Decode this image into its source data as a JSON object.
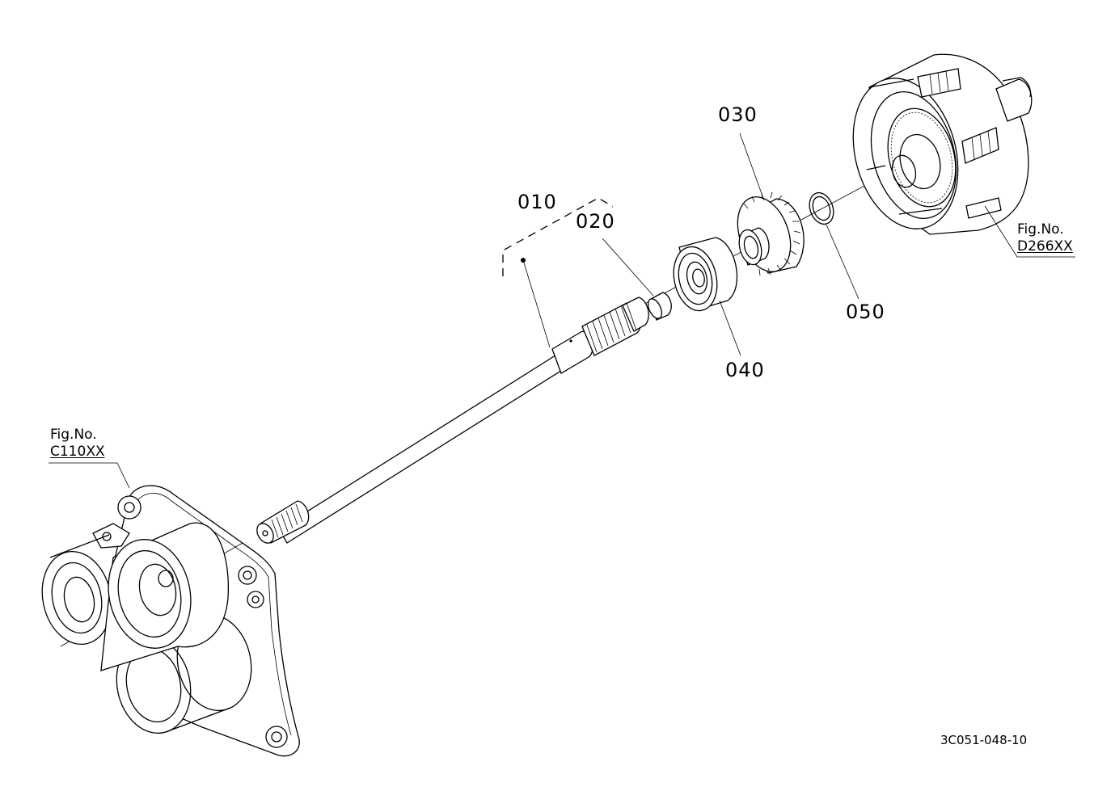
{
  "callouts": {
    "p010": "010",
    "p020": "020",
    "p030": "030",
    "p040": "040",
    "p050": "050"
  },
  "fig_refs": {
    "left": {
      "label": "Fig.No.",
      "code": "C110XX"
    },
    "right": {
      "label": "Fig.No.",
      "code": "D266XX"
    }
  },
  "document_code": "3C051-048-10"
}
